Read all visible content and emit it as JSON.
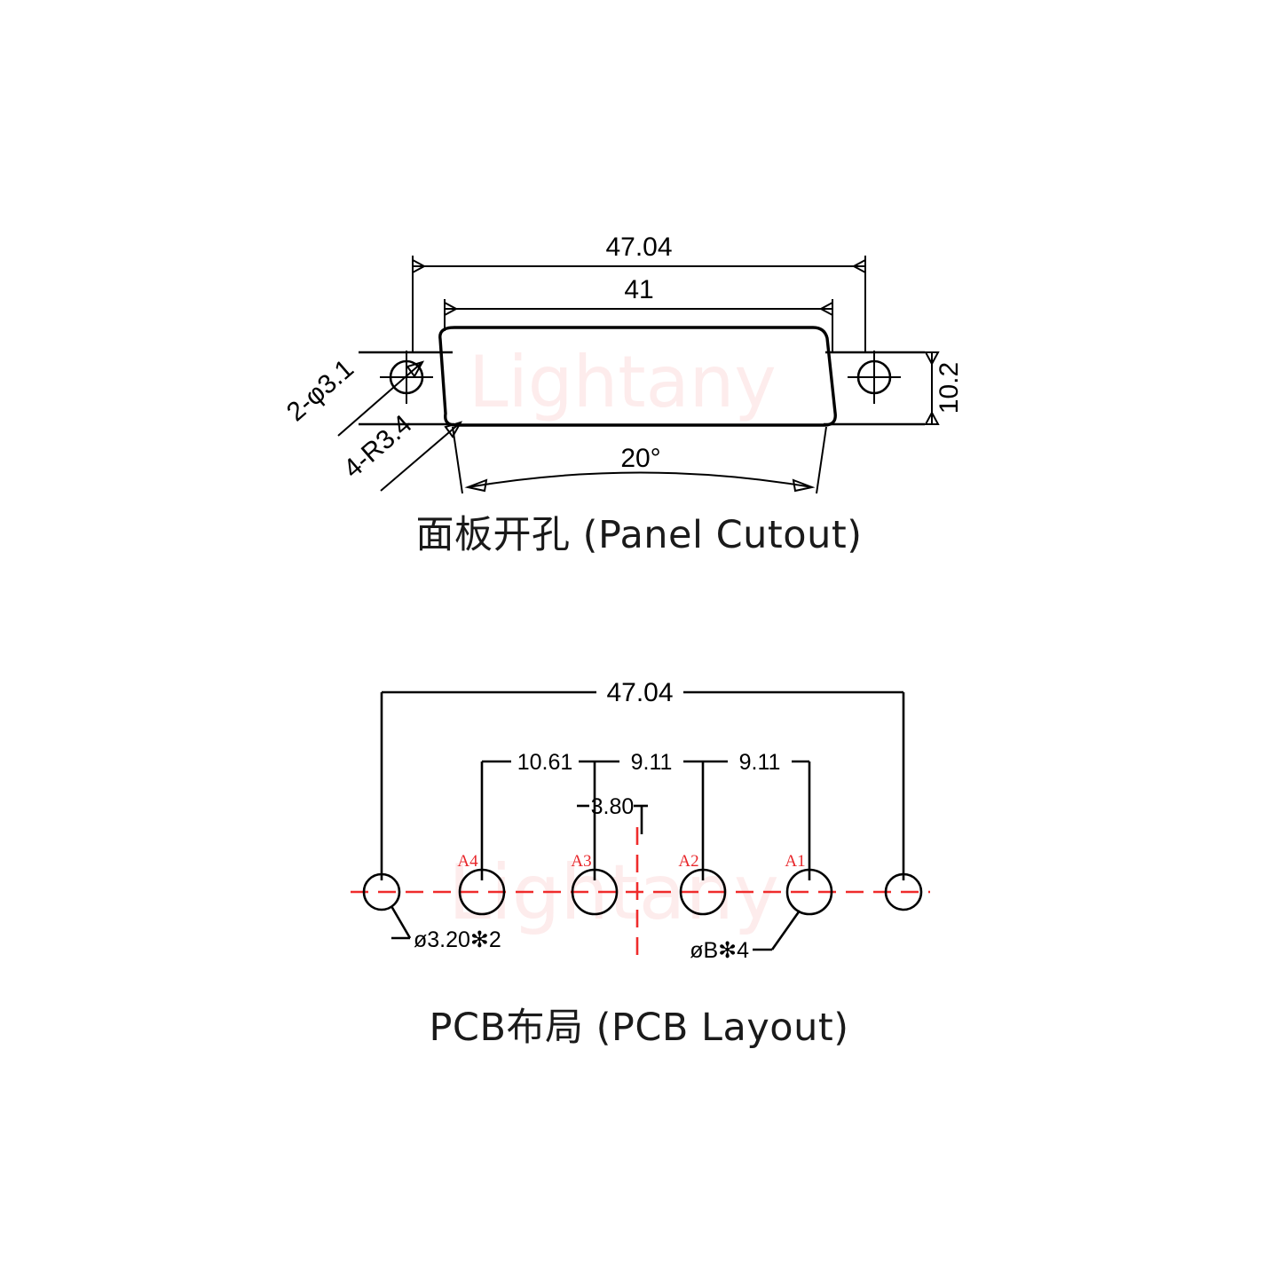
{
  "document": {
    "type": "engineering-drawing",
    "watermark_text": "Lightany",
    "watermark_color": "#fdecec",
    "background_color": "#ffffff",
    "line_color": "#000000",
    "centerline_color": "#ef2b2b",
    "pin_label_color": "#e8262a"
  },
  "panel_cutout": {
    "caption": "面板开孔 (Panel Cutout)",
    "dimensions": {
      "overall_width": "47.04",
      "cutout_width": "41",
      "flange_height": "10.2",
      "chamfer_angle": "20°",
      "mounting_holes": "2-φ3.1",
      "corner_radius": "4-R3.4"
    }
  },
  "pcb_layout": {
    "caption": "PCB布局 (PCB Layout)",
    "dimensions": {
      "overall_width": "47.04",
      "span_a4_a3": "10.61",
      "span_a3_a2": "9.11",
      "span_a2_a1": "9.11",
      "center_offset": "3.80",
      "mounting_hole_note": "ø3.20✻2",
      "signal_hole_note": "øB✻4"
    },
    "pins": [
      {
        "label": "A4"
      },
      {
        "label": "A3"
      },
      {
        "label": "A2"
      },
      {
        "label": "A1"
      }
    ]
  },
  "chart_data": {
    "type": "table",
    "title": "D-SUB 4W4 Connector Panel Cutout and PCB Layout",
    "views": [
      {
        "name": "Panel Cutout",
        "name_cn": "面板开孔",
        "annotations": [
          {
            "label": "47.04",
            "meaning": "overall mounting hole span",
            "unit": "mm"
          },
          {
            "label": "41",
            "meaning": "cutout opening width",
            "unit": "mm"
          },
          {
            "label": "10.2",
            "meaning": "cutout / flange height",
            "unit": "mm"
          },
          {
            "label": "20°",
            "meaning": "trapezoid side chamfer angle",
            "unit": "deg"
          },
          {
            "label": "2-φ3.1",
            "meaning": "two mounting holes diameter 3.1",
            "unit": "mm"
          },
          {
            "label": "4-R3.4",
            "meaning": "four corner radii of 3.4",
            "unit": "mm"
          }
        ]
      },
      {
        "name": "PCB Layout",
        "name_cn": "PCB布局",
        "annotations": [
          {
            "label": "47.04",
            "meaning": "overall mounting hole pitch",
            "unit": "mm"
          },
          {
            "label": "10.61",
            "meaning": "pitch A4 to A3",
            "unit": "mm"
          },
          {
            "label": "9.11",
            "meaning": "pitch A3 to A2",
            "unit": "mm"
          },
          {
            "label": "9.11",
            "meaning": "pitch A2 to A1",
            "unit": "mm"
          },
          {
            "label": "3.80",
            "meaning": "A3 to vertical centerline",
            "unit": "mm"
          },
          {
            "label": "ø3.20✻2",
            "meaning": "two mounting holes diameter 3.20",
            "unit": "mm"
          },
          {
            "label": "øB✻4",
            "meaning": "four signal holes diameter B",
            "unit": "mm"
          }
        ],
        "hole_row": [
          "mount",
          "A4",
          "A3",
          "A2",
          "A1",
          "mount"
        ]
      }
    ]
  }
}
